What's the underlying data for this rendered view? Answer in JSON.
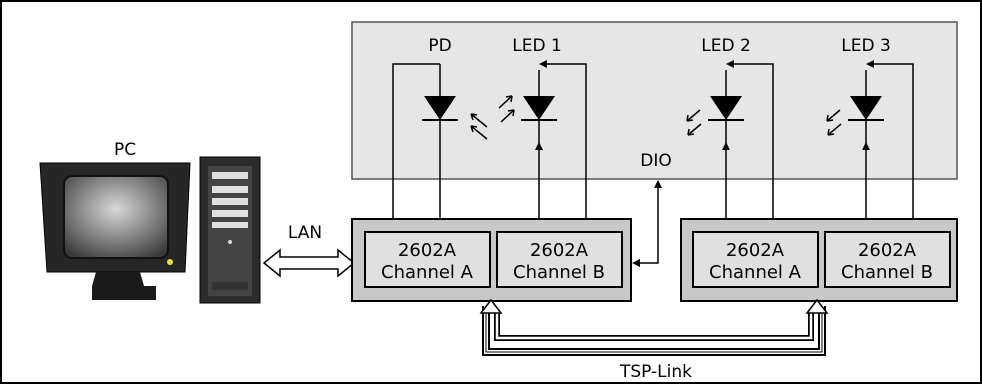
{
  "diagram": {
    "pc_label": "PC",
    "lan_label": "LAN",
    "dio_label": "DIO",
    "tsp_label": "TSP-Link",
    "devices": {
      "pd": "PD",
      "led1": "LED 1",
      "led2": "LED 2",
      "led3": "LED 3"
    },
    "instruments": [
      {
        "channels": [
          {
            "model": "2602A",
            "channel": "Channel A"
          },
          {
            "model": "2602A",
            "channel": "Channel B"
          }
        ]
      },
      {
        "channels": [
          {
            "model": "2602A",
            "channel": "Channel A"
          },
          {
            "model": "2602A",
            "channel": "Channel B"
          }
        ]
      }
    ],
    "colors": {
      "fixture_fill": "#e6e6e6",
      "instrument_fill": "#c8c8c8",
      "channel_fill": "#e0e0e0",
      "line": "#000000"
    }
  }
}
